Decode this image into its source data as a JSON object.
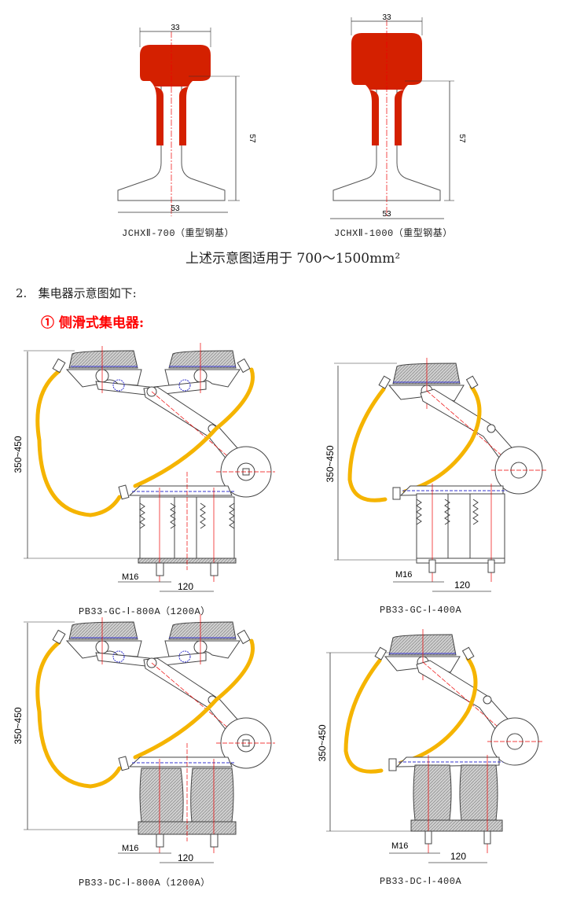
{
  "rails": [
    {
      "name": "JCHXⅡ-700（重型钢基）",
      "width_top": "33",
      "height": "57",
      "width_base": "53"
    },
    {
      "name": "JCHXⅡ-1000（重型钢基）",
      "width_top": "33",
      "height": "57",
      "width_base": "53"
    }
  ],
  "rail_note": "上述示意图适用于 700～1500mm²",
  "section": {
    "number": "2.",
    "title": "集电器示意图如下:"
  },
  "subsection": {
    "marker": "①",
    "title": "侧滑式集电器:"
  },
  "collectors": [
    {
      "model": "PB33-GC-Ⅰ-800A（1200A）",
      "height_range": "350~450",
      "bolt": "M16",
      "spacing": "120"
    },
    {
      "model": "PB33-GC-Ⅰ-400A",
      "height_range": "350~450",
      "bolt": "M16",
      "spacing": "120"
    },
    {
      "model": "PB33-DC-Ⅰ-800A（1200A）",
      "height_range": "350~450",
      "bolt": "M16",
      "spacing": "120"
    },
    {
      "model": "PB33-DC-Ⅰ-400A",
      "height_range": "350~450",
      "bolt": "M16",
      "spacing": "120"
    }
  ],
  "colors": {
    "conductor": "#d42000",
    "cable": "#f5b400",
    "heading": "#ff0000",
    "centerline": "#e00000"
  }
}
